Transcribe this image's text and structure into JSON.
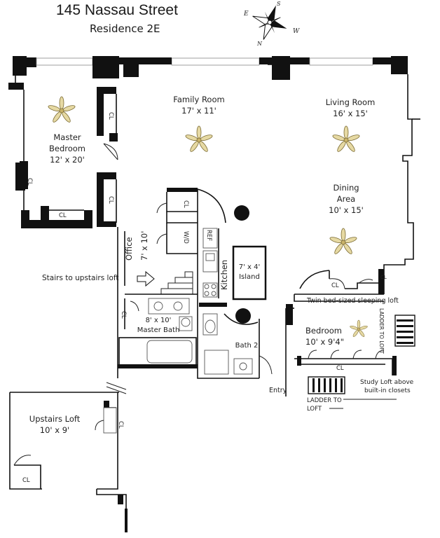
{
  "header": {
    "address": "145 Nassau Street",
    "unit": "Residence 2E"
  },
  "compass": {
    "n": "N",
    "e": "E",
    "s": "S",
    "w": "W"
  },
  "rooms": {
    "family_room": {
      "name": "Family Room",
      "dims": "17' x 11'"
    },
    "living_room": {
      "name": "Living Room",
      "dims": "16' x 15'"
    },
    "master_bedroom": {
      "name_line1": "Master",
      "name_line2": "Bedroom",
      "dims": "12' x 20'"
    },
    "dining_area": {
      "name_line1": "Dining",
      "name_line2": "Area",
      "dims": "10' x 15'"
    },
    "office": {
      "name": "Office",
      "dims": "7' x 10'"
    },
    "kitchen": {
      "name": "Kitchen"
    },
    "island": {
      "dims": "7' x 4'",
      "name": "Island"
    },
    "master_bath": {
      "dims": "8' x 10'",
      "name": "Master Bath"
    },
    "bath2": {
      "name": "Bath 2"
    },
    "bedroom": {
      "name": "Bedroom",
      "dims": "10' x 9'4\""
    },
    "upstairs_loft": {
      "name": "Upstairs Loft",
      "dims": "10' x 9'"
    }
  },
  "labels": {
    "cl": "CL",
    "wd": "W/D",
    "ref": "REF",
    "stairs": "Stairs to upstairs loft",
    "twin_loft": "Twin bed-sized sleeping loft",
    "ladder_vertical": "LADDER TO LOFT",
    "ladder_line1": "LADDER TO",
    "ladder_line2": "LOFT",
    "study_line1": "Study Loft above",
    "study_line2": "built-in closets",
    "entry": "Entry"
  }
}
